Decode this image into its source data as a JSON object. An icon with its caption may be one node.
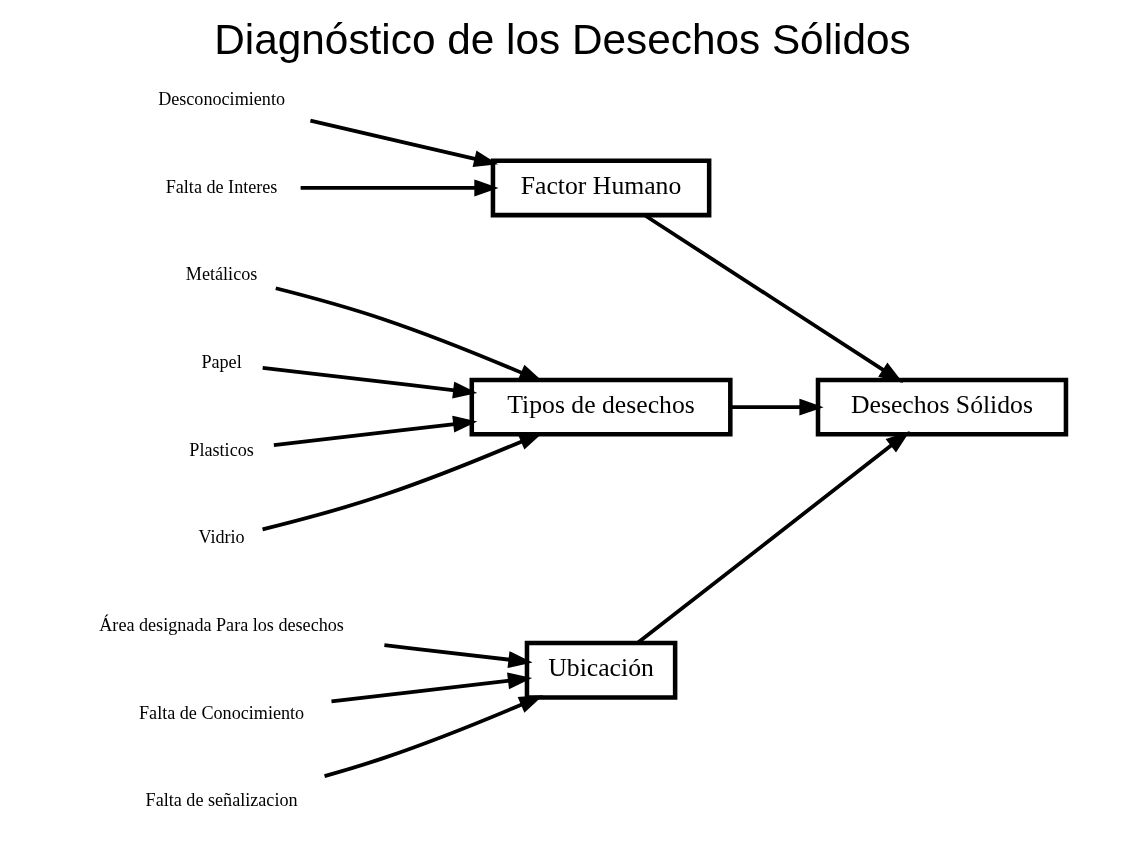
{
  "diagram": {
    "title": "Diagnóstico de los Desechos Sólidos",
    "nodes": [
      {
        "text": [
          "Ubicación"
        ]
      },
      {
        "text": [
          "Factor Humano"
        ]
      },
      {
        "text": [
          "Desechos Sólidos"
        ]
      },
      {
        "text": [
          "Tipos de desechos"
        ]
      },
      {
        "text": [
          "Área designada Para los desechos"
        ]
      },
      {
        "text": [
          "Falta de Conocimiento"
        ]
      },
      {
        "text": [
          "Falta de señalizacion"
        ]
      },
      {
        "text": [
          "Desconocimiento"
        ]
      },
      {
        "text": [
          "Falta de Interes"
        ]
      },
      {
        "text": [
          "Metálicos"
        ]
      },
      {
        "text": [
          "Papel"
        ]
      },
      {
        "text": [
          "Plasticos"
        ]
      },
      {
        "text": [
          "Vidrio"
        ]
      }
    ],
    "edges": [
      {
        "from": 0,
        "to": 2,
        "arrow": "to"
      },
      {
        "from": 1,
        "to": 2,
        "arrow": "to"
      },
      {
        "from": 3,
        "to": 2,
        "arrow": "to"
      },
      {
        "from": 4,
        "to": 0,
        "arrow": "to"
      },
      {
        "from": 5,
        "to": 0,
        "arrow": "to"
      },
      {
        "from": 6,
        "to": 0,
        "arrow": "to"
      },
      {
        "from": 7,
        "to": 1,
        "arrow": "to"
      },
      {
        "from": 8,
        "to": 1,
        "arrow": "to"
      },
      {
        "from": 9,
        "to": 3,
        "arrow": "to"
      },
      {
        "from": 10,
        "to": 3,
        "arrow": "to"
      },
      {
        "from": 11,
        "to": 3,
        "arrow": "to"
      },
      {
        "from": 12,
        "to": 3,
        "arrow": "to"
      }
    ]
  }
}
